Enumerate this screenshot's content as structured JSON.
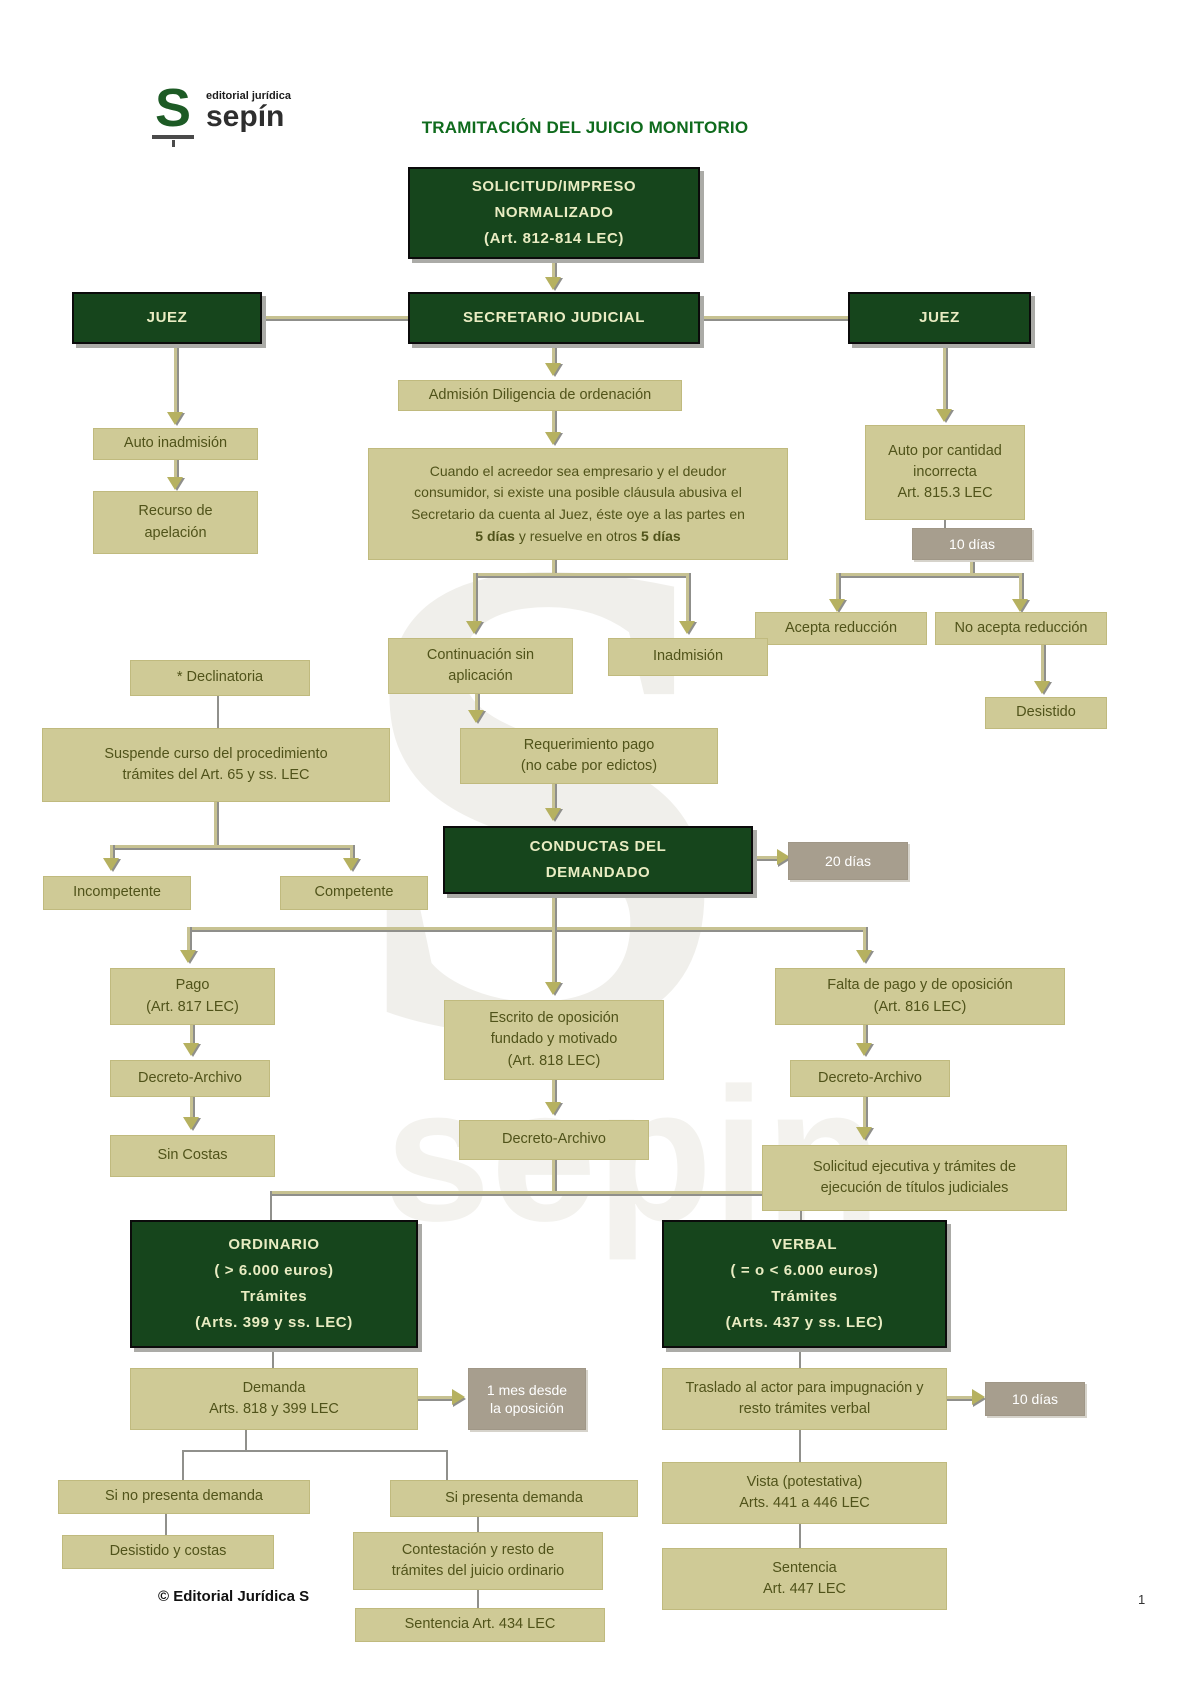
{
  "header": {
    "logo": {
      "letter": "S",
      "tagline": "editorial jurídica",
      "brand": "sepín"
    },
    "title": "TRAMITACIÓN DEL JUICIO MONITORIO"
  },
  "nodes": {
    "solicitud": {
      "l1": "SOLICITUD/IMPRESO",
      "l2": "NORMALIZADO",
      "l3": "(Art. 812-814 LEC)"
    },
    "juez_left": {
      "l1": "JUEZ"
    },
    "secretario": {
      "l1": "SECRETARIO JUDICIAL"
    },
    "juez_right": {
      "l1": "JUEZ"
    },
    "admision": {
      "l1": "Admisión Diligencia de ordenación"
    },
    "clausula": {
      "l1": "Cuando el acreedor sea empresario y el deudor",
      "l2": "consumidor, si existe una posible cláusula abusiva el",
      "l3": "Secretario da cuenta al Juez, éste oye a las partes en",
      "l4a": "5 días",
      "l4b": " y resuelve en otros ",
      "l4c": "5 días"
    },
    "auto_inadmision": {
      "l1": "Auto inadmisión"
    },
    "recurso": {
      "l1": "Recurso de",
      "l2": "apelación"
    },
    "auto_cantidad": {
      "l1": "Auto por cantidad",
      "l2": "incorrecta",
      "l3": "Art. 815.3 LEC"
    },
    "dias10": {
      "l1": "10 días"
    },
    "acepta": {
      "l1": "Acepta reducción"
    },
    "no_acepta": {
      "l1": "No acepta reducción"
    },
    "desistido": {
      "l1": "Desistido"
    },
    "continuacion": {
      "l1": "Continuación sin",
      "l2": "aplicación"
    },
    "inadmision": {
      "l1": "Inadmisión"
    },
    "declinatoria": {
      "l1": "* Declinatoria"
    },
    "suspende": {
      "l1": "Suspende curso del procedimiento",
      "l2": "trámites del Art. 65 y ss. LEC"
    },
    "requerimiento": {
      "l1": "Requerimiento pago",
      "l2": "(no cabe por edictos)"
    },
    "conductas": {
      "l1": "CONDUCTAS DEL",
      "l2": "DEMANDADO"
    },
    "dias20": {
      "l1": "20 días"
    },
    "incompetente": {
      "l1": "Incompetente"
    },
    "competente": {
      "l1": "Competente"
    },
    "pago": {
      "l1": "Pago",
      "l2": "(Art. 817 LEC)"
    },
    "escrito": {
      "l1": "Escrito de oposición",
      "l2": "fundado y motivado",
      "l3": "(Art. 818 LEC)"
    },
    "falta": {
      "l1": "Falta de pago y de oposición",
      "l2": "(Art. 816 LEC)"
    },
    "decreto_left": {
      "l1": "Decreto-Archivo"
    },
    "decreto_center": {
      "l1": "Decreto-Archivo"
    },
    "decreto_right": {
      "l1": "Decreto-Archivo"
    },
    "sin_costas": {
      "l1": "Sin Costas"
    },
    "sol_ejecutiva": {
      "l1": "Solicitud ejecutiva y trámites de",
      "l2": "ejecución de títulos judiciales"
    },
    "ordinario": {
      "l1": "ORDINARIO",
      "l2": "( > 6.000 euros)",
      "l3": "Trámites",
      "l4": "(Arts. 399 y ss. LEC)"
    },
    "verbal": {
      "l1": "VERBAL",
      "l2": "( = o < 6.000 euros)",
      "l3": "Trámites",
      "l4": "(Arts. 437 y ss. LEC)"
    },
    "demanda": {
      "l1": "Demanda",
      "l2": "Arts. 818 y 399 LEC"
    },
    "mes1": {
      "l1": "1 mes desde",
      "l2": "la oposición"
    },
    "traslado": {
      "l1": "Traslado al actor para impugnación y",
      "l2": "resto trámites verbal"
    },
    "dias10b": {
      "l1": "10 días"
    },
    "si_no_presenta": {
      "l1": "Si no presenta demanda"
    },
    "desistido_costas": {
      "l1": "Desistido y costas"
    },
    "si_presenta": {
      "l1": "Si presenta demanda"
    },
    "contestacion": {
      "l1": "Contestación y resto de",
      "l2": "trámites del juicio ordinario"
    },
    "sentencia434": {
      "l1": "Sentencia Art. 434 LEC"
    },
    "vista": {
      "l1": "Vista (potestativa)",
      "l2": "Arts. 441 a 446 LEC"
    },
    "sentencia447": {
      "l1": "Sentencia",
      "l2": "Art. 447 LEC"
    }
  },
  "watermark": {
    "letter": "S",
    "word": "sepin"
  },
  "footer": {
    "copyright": "© Editorial Jurídica S",
    "page": "1"
  },
  "palette": {
    "dark_green": "#16451c",
    "olive": "#cfca96",
    "taupe": "#a79e8e",
    "title_green": "#0f6b1d",
    "line_olive": "#c7c292",
    "line_gray": "#8f8f8b"
  }
}
